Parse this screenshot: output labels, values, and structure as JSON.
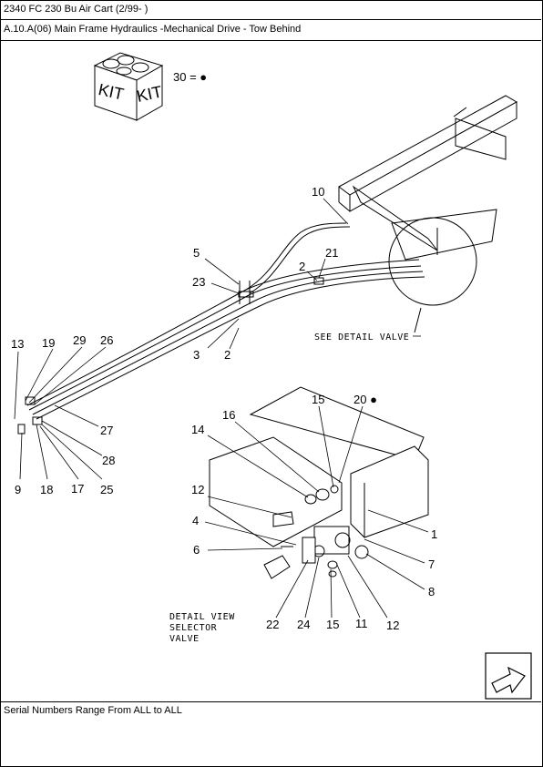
{
  "header": {
    "model": "2340  FC 230 Bu Air Cart (2/99- )",
    "section": "A.10.A(06) Main Frame Hydraulics -Mechanical Drive - Tow Behind"
  },
  "kit": {
    "box_text_left": "KIT",
    "box_text_right": "KIT",
    "label": "30 = ●"
  },
  "see_detail": "SEE DETAIL VALVE",
  "detail_view": {
    "line1": "DETAIL VIEW",
    "line2": "SELECTOR",
    "line3": "VALVE"
  },
  "callouts": {
    "c10": "10",
    "c5": "5",
    "c23": "23",
    "c21": "21",
    "c2a": "2",
    "c3": "3",
    "c2b": "2",
    "c13": "13",
    "c19": "19",
    "c29": "29",
    "c26": "26",
    "c27": "27",
    "c28": "28",
    "c9": "9",
    "c18": "18",
    "c17": "17",
    "c25": "25",
    "c15a": "15",
    "c20": "20 ●",
    "c16": "16",
    "c14": "14",
    "c12a": "12",
    "c4": "4",
    "c6": "6",
    "c1": "1",
    "c7": "7",
    "c8": "8",
    "c22": "22",
    "c24": "24",
    "c15b": "15",
    "c11": "11",
    "c12b": "12"
  },
  "footer": "Serial Numbers Range From ALL to ALL",
  "nav": {
    "icon": "next-page-arrow-icon"
  }
}
